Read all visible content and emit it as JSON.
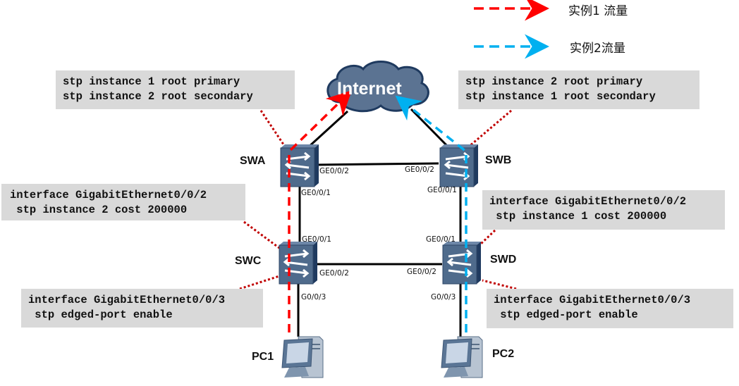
{
  "legend": [
    {
      "label": "实例1 流量",
      "color": "#ff0000"
    },
    {
      "label": "实例2流量",
      "color": "#00b0f0"
    }
  ],
  "cloud": {
    "label": "Internet"
  },
  "devices": {
    "swa": "SWA",
    "swb": "SWB",
    "swc": "SWC",
    "swd": "SWD",
    "pc1": "PC1",
    "pc2": "PC2"
  },
  "ports": {
    "swa_ge2": "GE0/0/2",
    "swa_ge1": "GE0/0/1",
    "swb_ge2": "GE0/0/2",
    "swb_ge1": "GE0/0/1",
    "swc_ge1": "GE0/0/1",
    "swc_ge2": "GE0/0/2",
    "swc_g3": "G0/0/3",
    "swd_ge1": "GE0/0/1",
    "swd_ge2": "GE0/0/2",
    "swd_g3": "G0/0/3"
  },
  "configs": {
    "swa": [
      "stp instance 1 root primary",
      "stp instance 2 root secondary"
    ],
    "swb": [
      "stp instance 2 root primary",
      "stp instance 1 root secondary"
    ],
    "swc_uplink": [
      "interface GigabitEthernet0/0/2",
      " stp instance 2 cost 200000"
    ],
    "swd_uplink": [
      "interface GigabitEthernet0/0/2",
      " stp instance 1 cost 200000"
    ],
    "swc_edge": [
      "interface GigabitEthernet0/0/3",
      " stp edged-port enable"
    ],
    "swd_edge": [
      "interface GigabitEthernet0/0/3",
      " stp edged-port enable"
    ]
  },
  "colors": {
    "instance1": "#ff0000",
    "instance2": "#00b0f0",
    "config_bg": "#d9d9d9",
    "device": "#4f6b8c",
    "pointer": "#c00000"
  }
}
